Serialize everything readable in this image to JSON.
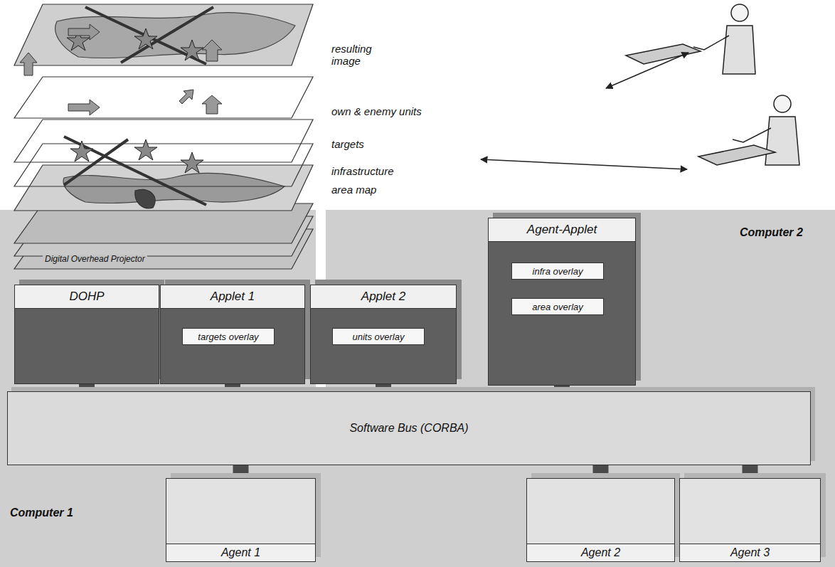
{
  "diagram": {
    "nodes": [
      {
        "text": [
          "DOHP"
        ]
      },
      {
        "text": [
          "Applet 1"
        ]
      },
      {
        "text": [
          "targets overlay"
        ],
        "in": 1
      },
      {
        "text": [
          "Applet 2"
        ]
      },
      {
        "text": [
          "units overlay"
        ],
        "in": 3
      },
      {
        "text": [
          "Agent-Applet"
        ]
      },
      {
        "text": [
          "infra overlay"
        ],
        "in": 5
      },
      {
        "text": [
          "area overlay"
        ],
        "in": 5
      },
      {
        "text": [
          "Software Bus (CORBA)"
        ]
      },
      {
        "text": [
          "Agent 1"
        ]
      },
      {
        "text": [
          "Agent 2"
        ]
      },
      {
        "text": [
          "Agent 3"
        ]
      }
    ],
    "edges": [
      {
        "from": 0,
        "to": 8,
        "arrow": "none"
      },
      {
        "from": 1,
        "to": 8,
        "arrow": "none"
      },
      {
        "from": 3,
        "to": 8,
        "arrow": "none"
      },
      {
        "from": 5,
        "to": 8,
        "arrow": "none"
      },
      {
        "from": 8,
        "to": 9,
        "arrow": "none"
      },
      {
        "from": 8,
        "to": 10,
        "arrow": "none"
      },
      {
        "from": 8,
        "to": 11,
        "arrow": "none"
      }
    ],
    "labels": [
      "resulting image",
      "own & enemy units",
      "targets",
      "infrastructure",
      "area map",
      "Digital Overhead Projector",
      "Computer 2",
      "Computer 1"
    ]
  }
}
